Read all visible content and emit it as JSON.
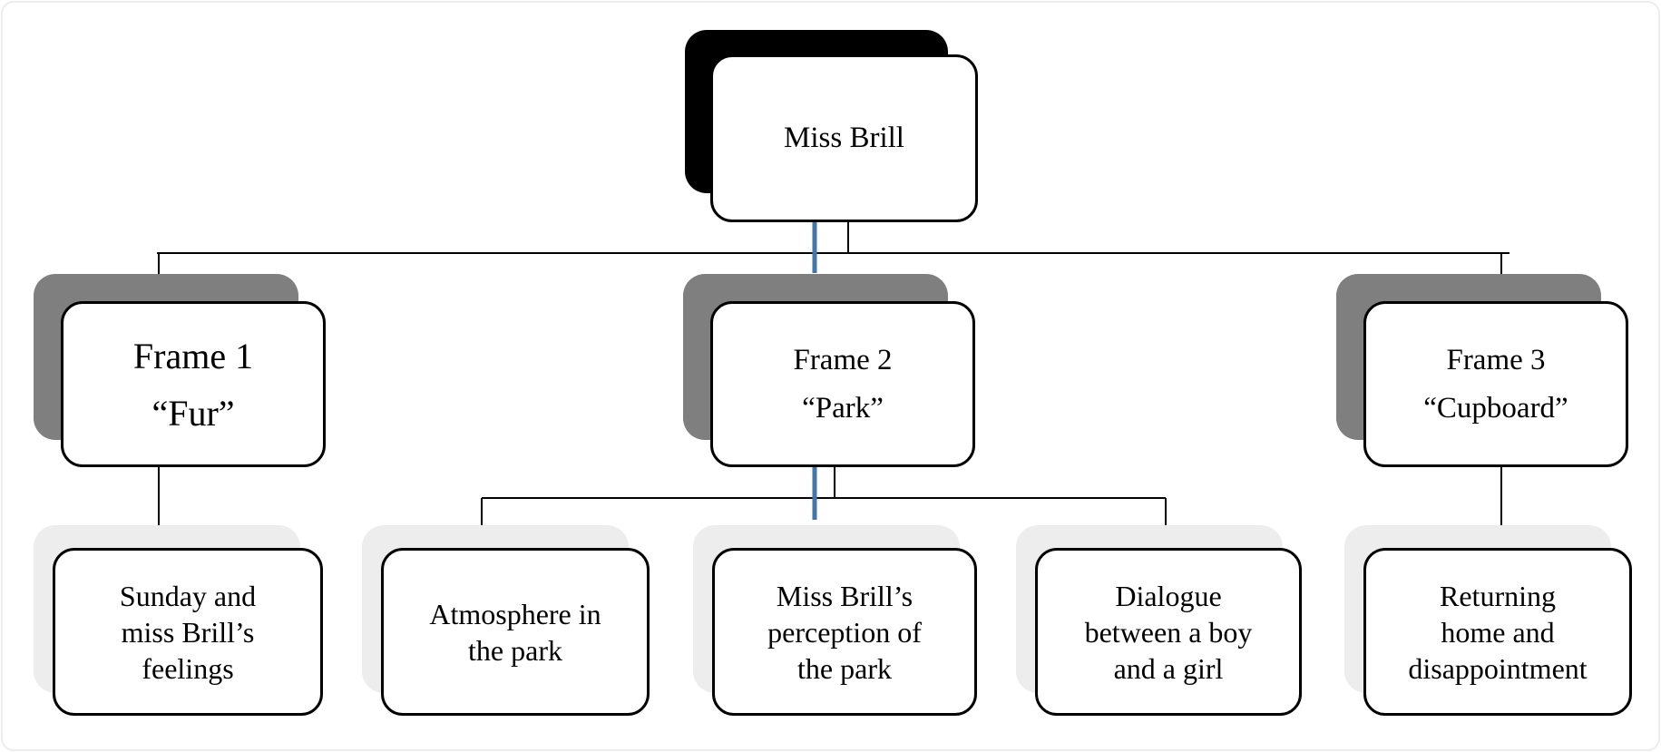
{
  "diagram": {
    "root": {
      "title": "Miss Brill"
    },
    "frames": [
      {
        "line1": "Frame 1",
        "line2": "“Fur”"
      },
      {
        "line1": "Frame 2",
        "line2": "“Park”"
      },
      {
        "line1": "Frame 3",
        "line2": "“Cupboard”"
      }
    ],
    "leaves": [
      {
        "text": "Sunday and\nmiss Brill’s\nfeelings"
      },
      {
        "text": "Atmosphere in\nthe park"
      },
      {
        "text": "Miss Brill’s\nperception of\nthe park"
      },
      {
        "text": "Dialogue\nbetween a boy\nand a girl"
      },
      {
        "text": "Returning\nhome and\ndisappointment"
      }
    ],
    "colors": {
      "root_shadow": "#000000",
      "frame_shadow": "#7f7f7f",
      "leaf_shadow": "#ededed",
      "connector": "#000000",
      "accent_line": "#4576a8"
    }
  }
}
